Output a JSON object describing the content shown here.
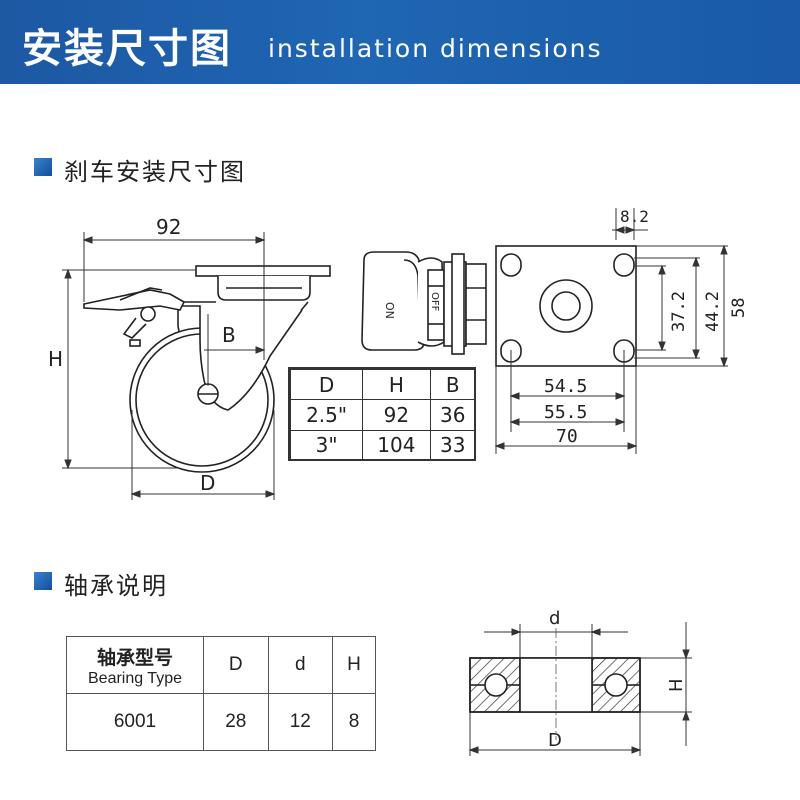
{
  "header": {
    "title": "安装尺寸图",
    "subtitle": "installation dimensions",
    "color": "#1f61ad"
  },
  "section1": {
    "title": "刹车安装尺寸图"
  },
  "section2": {
    "title": "轴承说明"
  },
  "side_view": {
    "width_label": "92",
    "height_label": "H",
    "b_label": "B",
    "d_label": "D"
  },
  "brake_table": {
    "headers": [
      "D",
      "H",
      "B"
    ],
    "rows": [
      [
        "2.5\"",
        "92",
        "36"
      ],
      [
        "3\"",
        "104",
        "33"
      ]
    ]
  },
  "top_view": {
    "pedal_on": "ON",
    "pedal_off": "OFF",
    "hole_label": "8.2",
    "dim_37": "37.2",
    "dim_44": "44.2",
    "dim_58": "58",
    "dim_545": "54.5",
    "dim_555": "55.5",
    "dim_70": "70"
  },
  "bearing_table": {
    "header_cn": "轴承型号",
    "header_en": "Bearing Type",
    "col_D": "D",
    "col_d": "d",
    "col_H": "H",
    "type": "6001",
    "D": "28",
    "d": "12",
    "H": "8"
  },
  "bearing_section": {
    "d_label": "d",
    "D_label": "D",
    "H_label": "H"
  }
}
